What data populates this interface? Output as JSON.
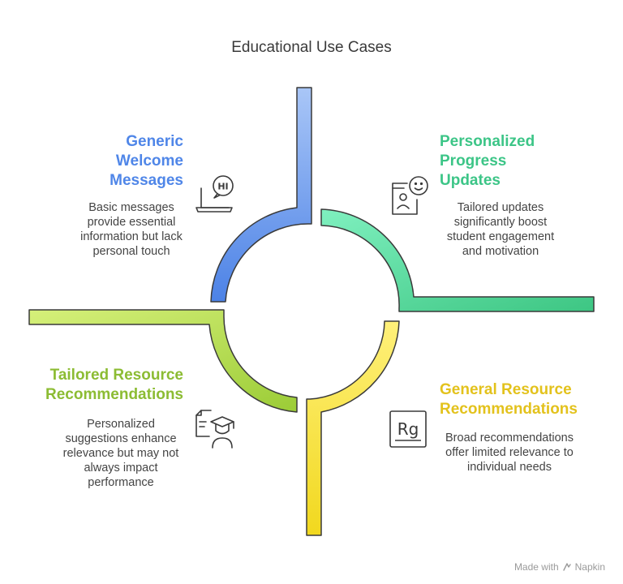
{
  "title": "Educational Use Cases",
  "quadrants": [
    {
      "title": "Generic Welcome Messages",
      "title_lines": [
        "Generic",
        "Welcome",
        "Messages"
      ],
      "description_lines": [
        "Basic messages",
        "provide essential",
        "information but lack",
        "personal touch"
      ],
      "color": "#4f86e8",
      "icon": "hi-laptop-icon"
    },
    {
      "title": "Personalized Progress Updates",
      "title_lines": [
        "Personalized",
        "Progress",
        "Updates"
      ],
      "description_lines": [
        "Tailored updates",
        "significantly boost",
        "student engagement",
        "and motivation"
      ],
      "color": "#3cc587",
      "icon": "smiley-phone-icon"
    },
    {
      "title": "Tailored Resource Recommendations",
      "title_lines": [
        "Tailored Resource",
        "Recommendations"
      ],
      "description_lines": [
        "Personalized",
        "suggestions enhance",
        "relevance but may not",
        "always impact",
        "performance"
      ],
      "color": "#8cbc33",
      "icon": "student-document-icon"
    },
    {
      "title": "General Resource Recommendations",
      "title_lines": [
        "General Resource",
        "Recommendations"
      ],
      "description_lines": [
        "Broad recommendations",
        "offer limited relevance to",
        "individual needs"
      ],
      "color": "#e3c21c",
      "icon": "rg-symbol-icon"
    }
  ],
  "icon_labels": {
    "hi": "HI",
    "rg": "Rg"
  },
  "brand": {
    "prefix": "Made with",
    "name": "Napkin"
  }
}
